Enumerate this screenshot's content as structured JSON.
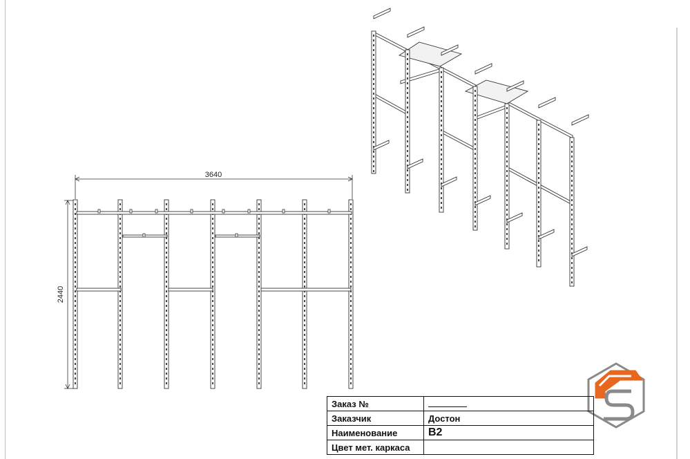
{
  "drawing": {
    "dimensions": {
      "width": "3640",
      "height": "2440"
    }
  },
  "title_block": {
    "order_label": "Заказ №",
    "order_value": "",
    "customer_label": "Заказчик",
    "customer_value": "Достон",
    "name_label": "Наименование",
    "name_value": "B2",
    "frame_color_label": "Цвет мет. каркаса",
    "frame_color_value": ""
  },
  "logo": {
    "accent_color": "#e8671f",
    "secondary_color": "#8a8a8a"
  }
}
